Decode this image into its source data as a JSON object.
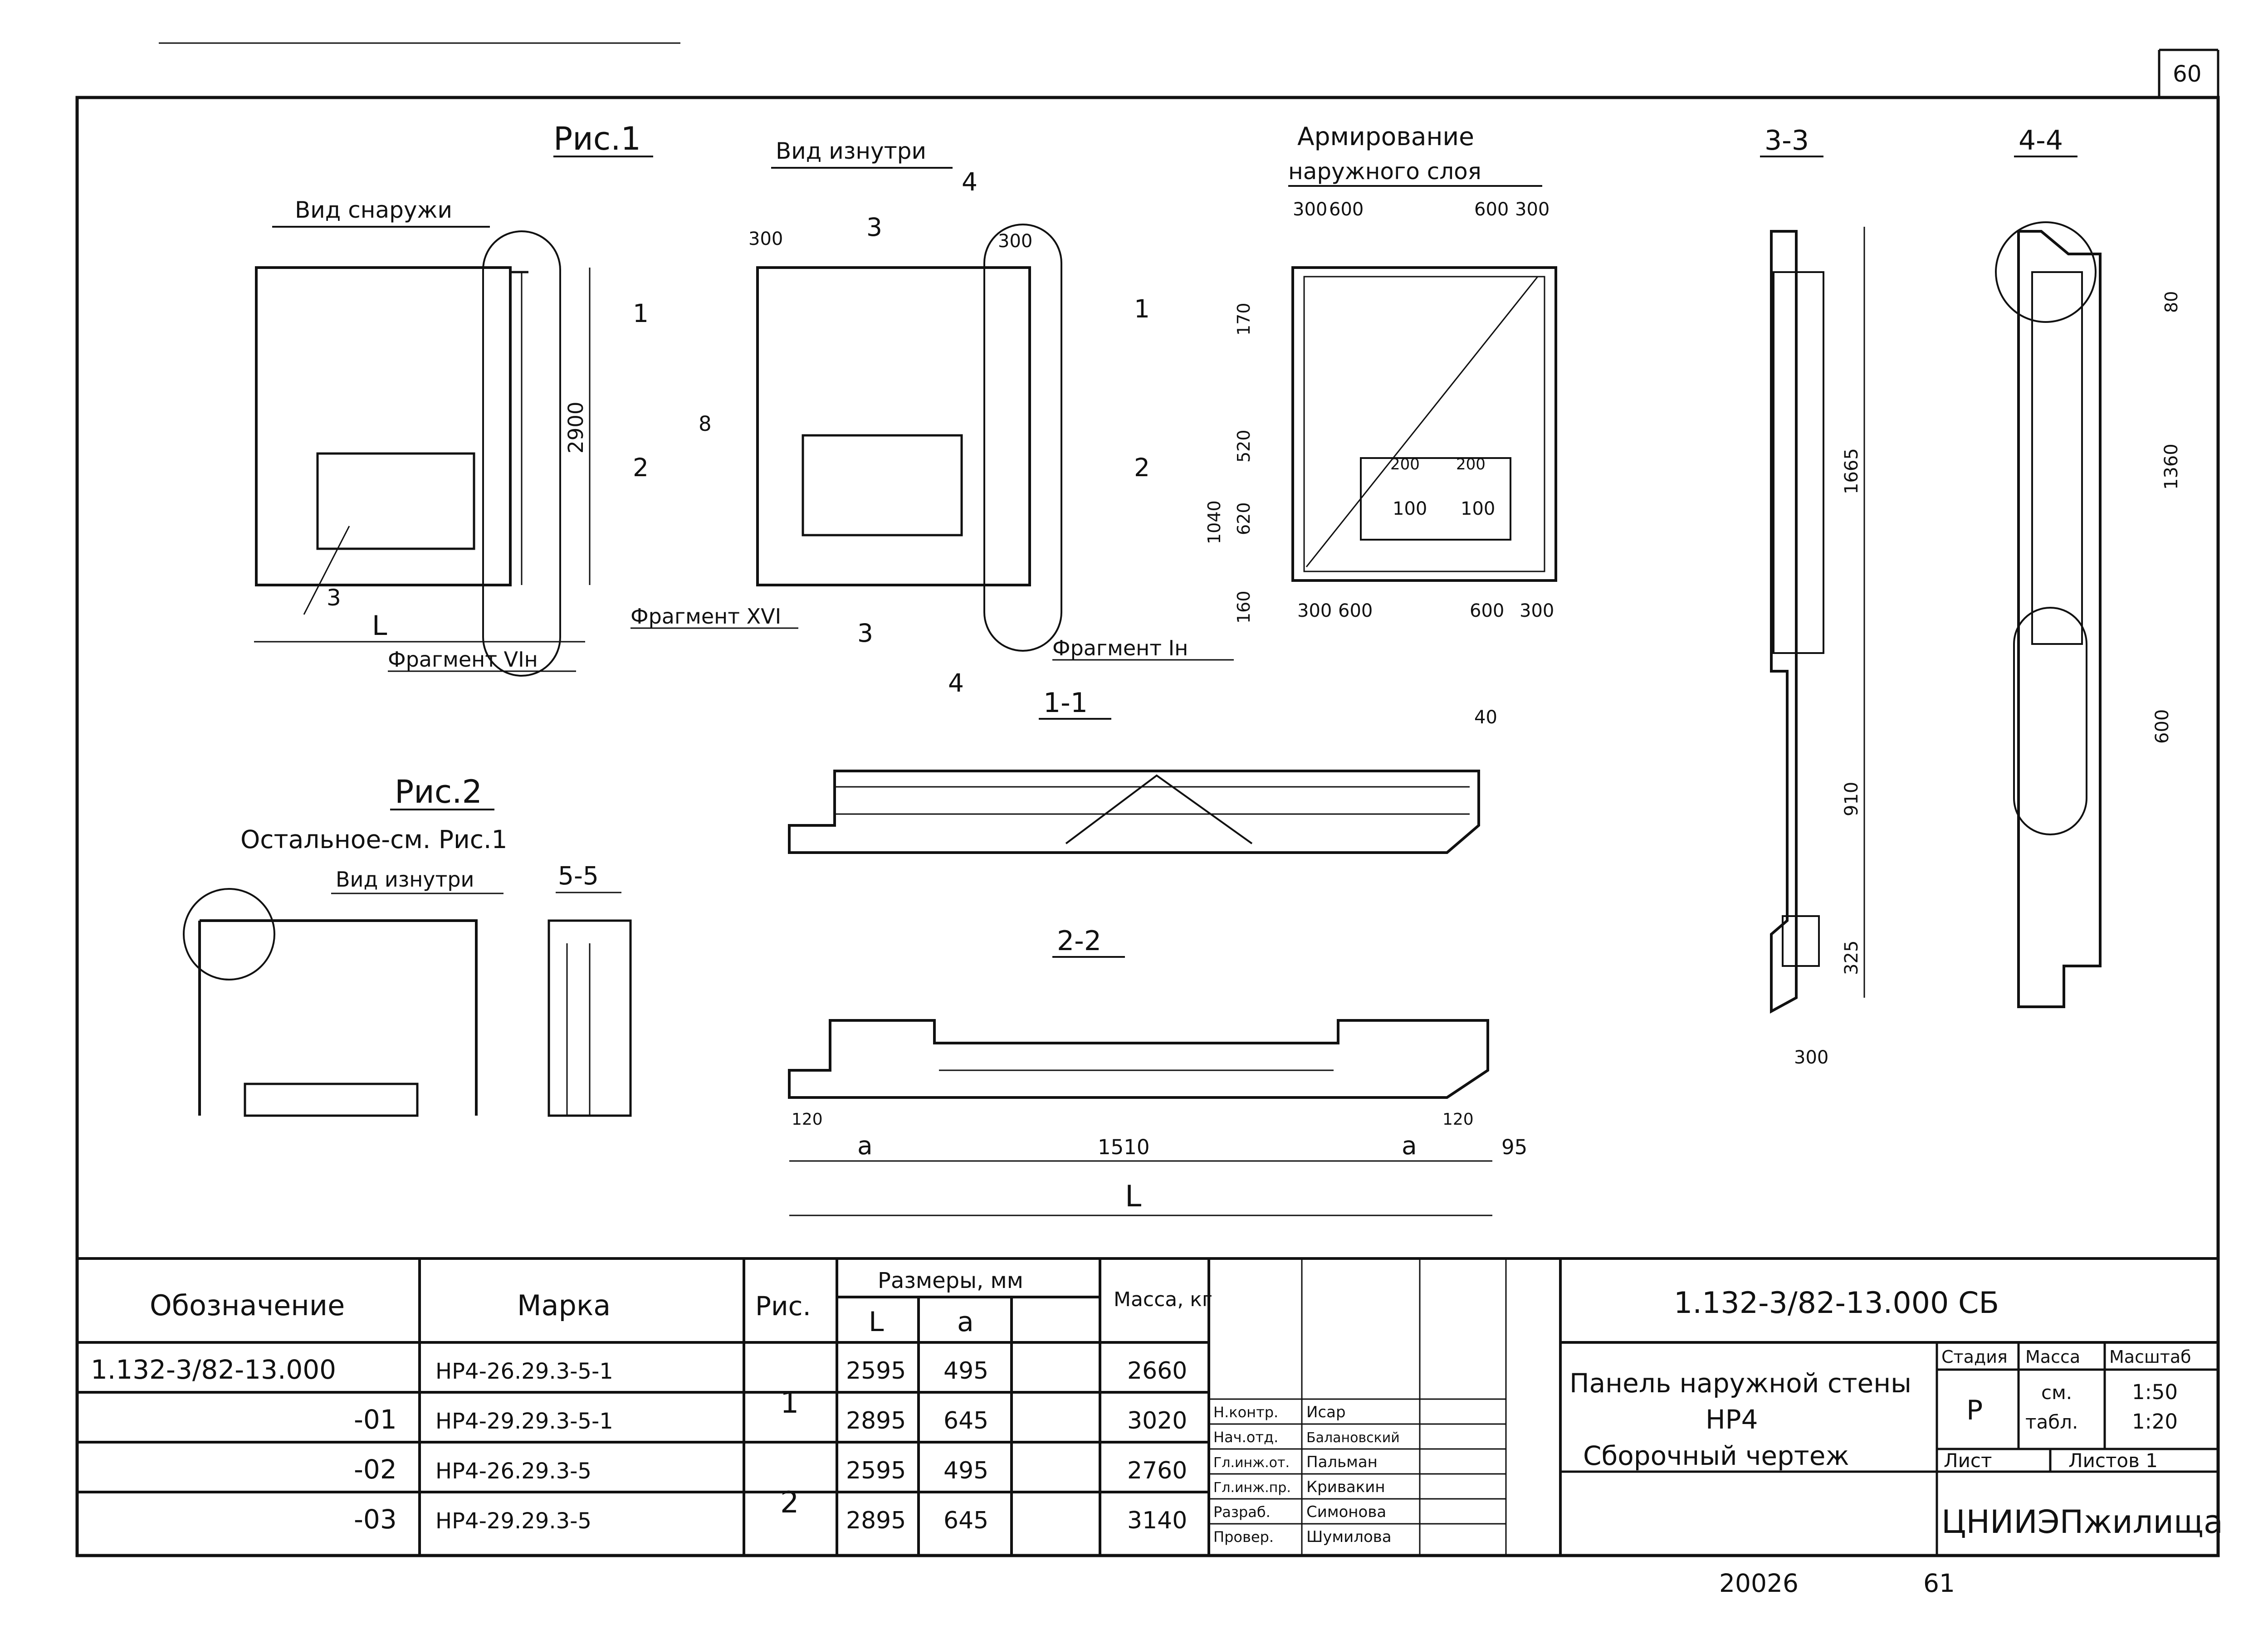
{
  "sheet": {
    "corner_number": "60",
    "stamp_number": "20026",
    "bottom_page": "61"
  },
  "views": {
    "fig1_title": "Рис.1",
    "outside_view": "Вид снаружи",
    "inside_view": "Вид изнутри",
    "reinforcement_title_1": "Армирование",
    "reinforcement_title_2": "наружного слоя",
    "sec_3_3": "3-3",
    "sec_4_4": "4-4",
    "sec_1_1": "1-1",
    "sec_2_2": "2-2",
    "sec_5_5": "5-5",
    "fig2_title": "Рис.2",
    "fig2_note": "Остальное-см. Рис.1",
    "fig2_inside_view": "Вид изнутри",
    "frag_7n": "Фрагмент VIн",
    "frag_16": "Фрагмент XVI",
    "frag_1n": "Фрагмент Iн"
  },
  "dims": {
    "d2900": "2900",
    "dL": "L",
    "d300": "300",
    "d600": "600",
    "d1665": "1665",
    "d910": "910",
    "d325": "325",
    "d1360": "1360",
    "d80": "80",
    "d40": "40",
    "d120": "120",
    "d95": "95",
    "d1510": "1510",
    "da": "a",
    "d170": "170",
    "d520": "520",
    "d620": "620",
    "d1040": "1040",
    "d160": "160",
    "d200": "200",
    "d100": "100"
  },
  "title_block": {
    "doc_code": "1.132-3/82-13.000 СБ",
    "title_line1": "Панель наружной стены",
    "title_line2": "НР4",
    "title_line3": "Сборочный чертеж",
    "stage_label": "Стадия",
    "mass_label": "Масса",
    "scale_label": "Масштаб",
    "stage_value": "Р",
    "mass_value_1": "см.",
    "mass_value_2": "табл.",
    "scale_value_1": "1:50",
    "scale_value_2": "1:20",
    "sheet_label": "Лист",
    "sheets_label": "Листов 1",
    "org": "ЦНИИЭПжилища"
  },
  "signatures": [
    {
      "role": "Н.контр.",
      "name": "Исар"
    },
    {
      "role": "Нач.отд.",
      "name": "Балановский"
    },
    {
      "role": "Гл.инж.от.",
      "name": "Пальман"
    },
    {
      "role": "Гл.инж.пр.",
      "name": "Кривакин"
    },
    {
      "role": "Разраб.",
      "name": "Симонова"
    },
    {
      "role": "Провер.",
      "name": "Шумилова"
    }
  ],
  "spec_table": {
    "col_designation": "Обозначение",
    "col_mark": "Марка",
    "col_fig": "Рис.",
    "col_dims": "Размеры, мм",
    "col_L": "L",
    "col_a": "a",
    "col_mass": "Масса, кг",
    "rows": [
      {
        "designation": "1.132-3/82-13.000",
        "mark": "НР4-26.29.3-5-1",
        "L": "2595",
        "a": "495",
        "mass": "2660"
      },
      {
        "designation": "-01",
        "mark": "НР4-29.29.3-5-1",
        "L": "2895",
        "a": "645",
        "mass": "3020"
      },
      {
        "designation": "-02",
        "mark": "НР4-26.29.3-5",
        "L": "2595",
        "a": "495",
        "mass": "2760"
      },
      {
        "designation": "-03",
        "mark": "НР4-29.29.3-5",
        "L": "2895",
        "a": "645",
        "mass": "3140"
      }
    ],
    "fig_groups": [
      "1",
      "2"
    ]
  }
}
